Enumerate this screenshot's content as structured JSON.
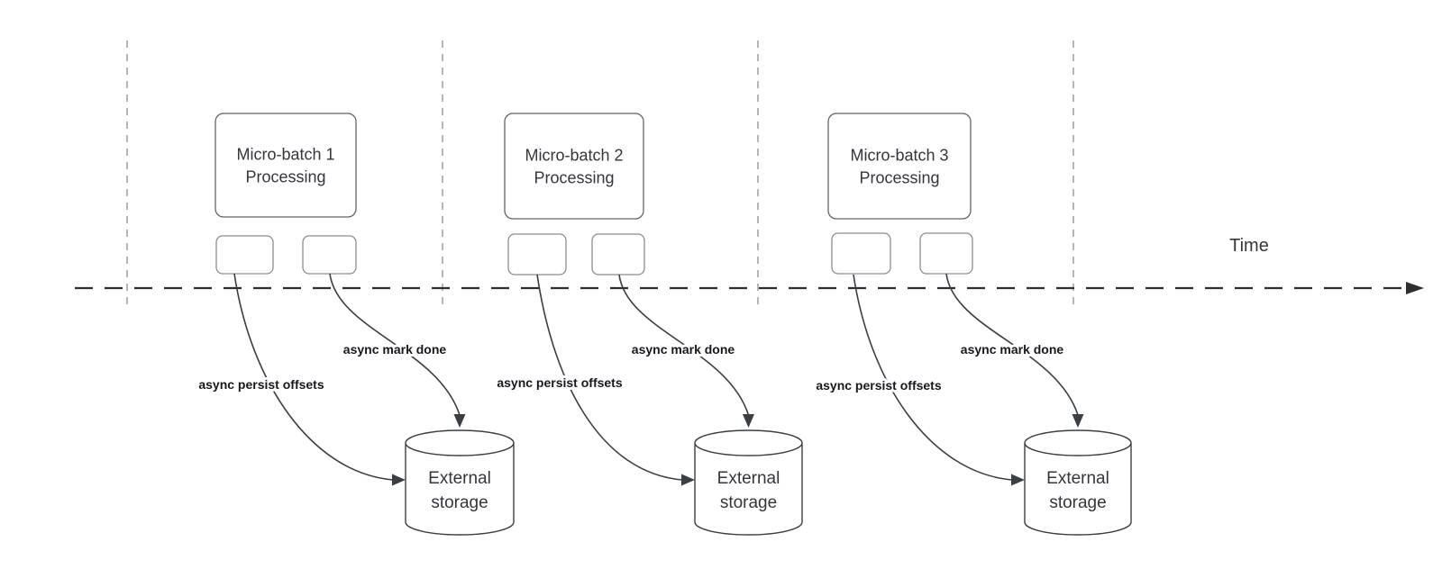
{
  "diagram": {
    "timeline": {
      "label": "Time"
    },
    "groups": [
      {
        "title_lines": [
          "Micro-batch 1",
          "Processing"
        ],
        "persist_label": "async persist offsets",
        "mark_done_label": "async mark done",
        "storage_lines": [
          "External",
          "storage"
        ]
      },
      {
        "title_lines": [
          "Micro-batch 2",
          "Processing"
        ],
        "persist_label": "async persist offsets",
        "mark_done_label": "async mark done",
        "storage_lines": [
          "External",
          "storage"
        ]
      },
      {
        "title_lines": [
          "Micro-batch 3",
          "Processing"
        ],
        "persist_label": "async persist offsets",
        "mark_done_label": "async mark done",
        "storage_lines": [
          "External",
          "storage"
        ]
      }
    ],
    "colors": {
      "background": "#ffffff",
      "node_border": "#62656c",
      "task_box_border": "#8a8d93",
      "edge_stroke": "#3a3e45",
      "timeline_stroke": "#2b2e33",
      "guide_stroke": "#a2a3a9",
      "node_text": "#33363d",
      "edge_label_text": "#15181d",
      "time_text": "#33363d"
    }
  }
}
